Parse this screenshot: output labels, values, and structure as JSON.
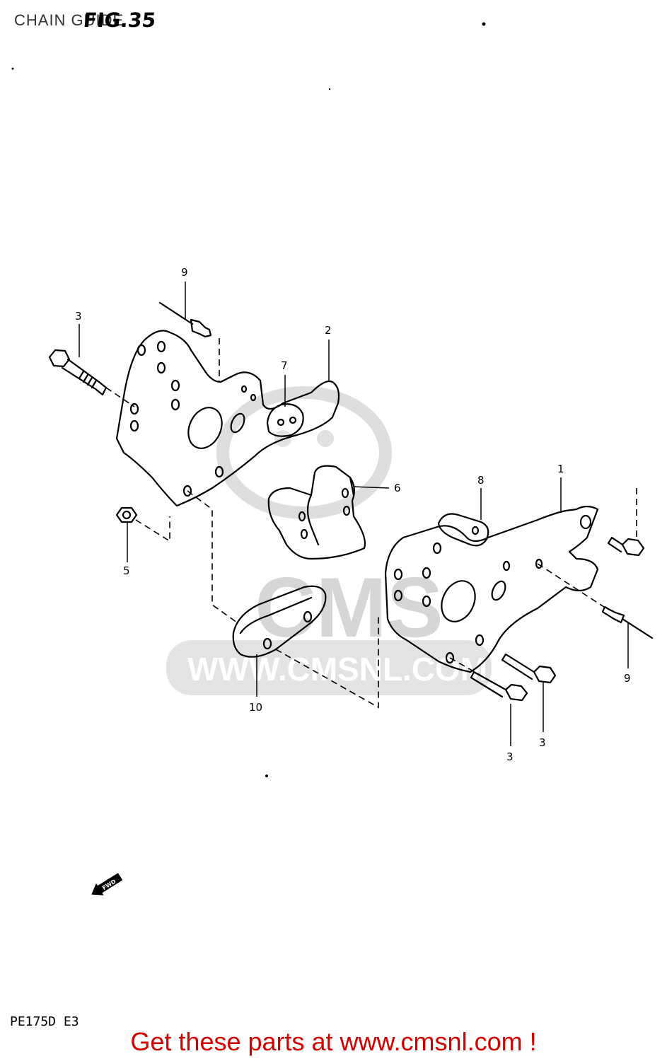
{
  "header": {
    "title": "CHAIN GUIDE",
    "figure": "FIG.35"
  },
  "footer": {
    "model": "PE175D E3",
    "cta": "Get these parts at www.cmsnl.com !"
  },
  "watermark": {
    "brand": "CMS",
    "url": "WWW.CMSNL.COM"
  },
  "direction_arrow": "FWD",
  "callouts": {
    "c1": "1",
    "c2": "2",
    "c3a": "3",
    "c3b": "3",
    "c3c": "3",
    "c5": "5",
    "c6": "6",
    "c7": "7",
    "c8": "8",
    "c9a": "9",
    "c9b": "9",
    "c10": "10"
  },
  "colors": {
    "cta": "#d40000",
    "line": "#000000",
    "watermark": "#d6d6d6"
  }
}
